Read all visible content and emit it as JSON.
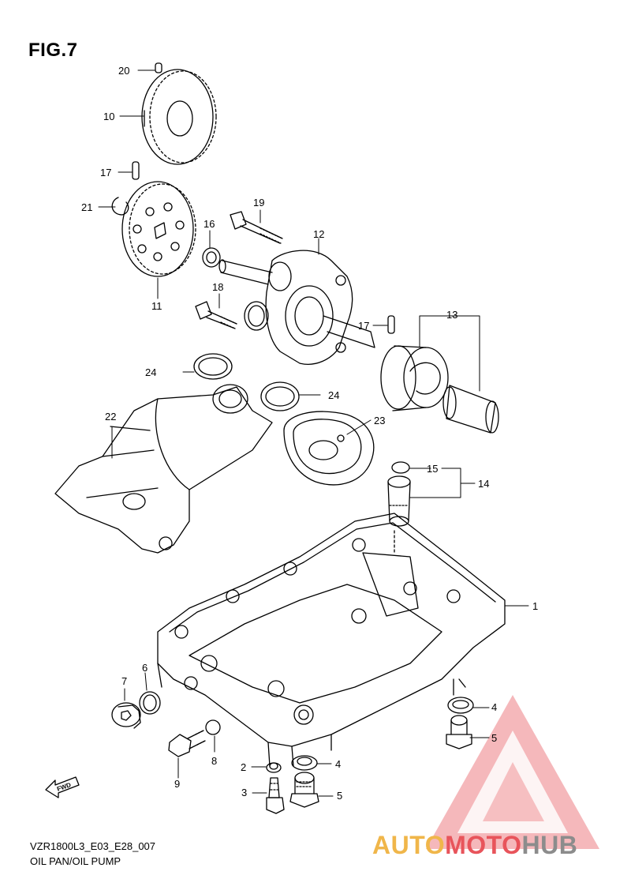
{
  "figure": {
    "title": "FIG.7"
  },
  "footer": {
    "code": "VZR1800L3_E03_E28_007",
    "name": "OIL PAN/OIL PUMP"
  },
  "callouts": [
    {
      "id": "c20",
      "label": "20"
    },
    {
      "id": "c10",
      "label": "10"
    },
    {
      "id": "c17a",
      "label": "17"
    },
    {
      "id": "c21",
      "label": "21"
    },
    {
      "id": "c19",
      "label": "19"
    },
    {
      "id": "c16",
      "label": "16"
    },
    {
      "id": "c12",
      "label": "12"
    },
    {
      "id": "c18",
      "label": "18"
    },
    {
      "id": "c11",
      "label": "11"
    },
    {
      "id": "c17b",
      "label": "17"
    },
    {
      "id": "c13",
      "label": "13"
    },
    {
      "id": "c24a",
      "label": "24"
    },
    {
      "id": "c24b",
      "label": "24"
    },
    {
      "id": "c22",
      "label": "22"
    },
    {
      "id": "c23",
      "label": "23"
    },
    {
      "id": "c15",
      "label": "15"
    },
    {
      "id": "c14",
      "label": "14"
    },
    {
      "id": "c1",
      "label": "1"
    },
    {
      "id": "c7",
      "label": "7"
    },
    {
      "id": "c6",
      "label": "6"
    },
    {
      "id": "c4a",
      "label": "4"
    },
    {
      "id": "c5a",
      "label": "5"
    },
    {
      "id": "c8",
      "label": "8"
    },
    {
      "id": "c2",
      "label": "2"
    },
    {
      "id": "c4b",
      "label": "4"
    },
    {
      "id": "c3",
      "label": "3"
    },
    {
      "id": "c5b",
      "label": "5"
    },
    {
      "id": "c9",
      "label": "9"
    }
  ],
  "fwd_label": "FWD",
  "watermark": {
    "part1": "AUTO",
    "part2": "MOTO",
    "part3": "HUB",
    "color_primary": "#e8545b",
    "color_accent": "#f0b64a",
    "color_gray": "#8c8c8c"
  }
}
